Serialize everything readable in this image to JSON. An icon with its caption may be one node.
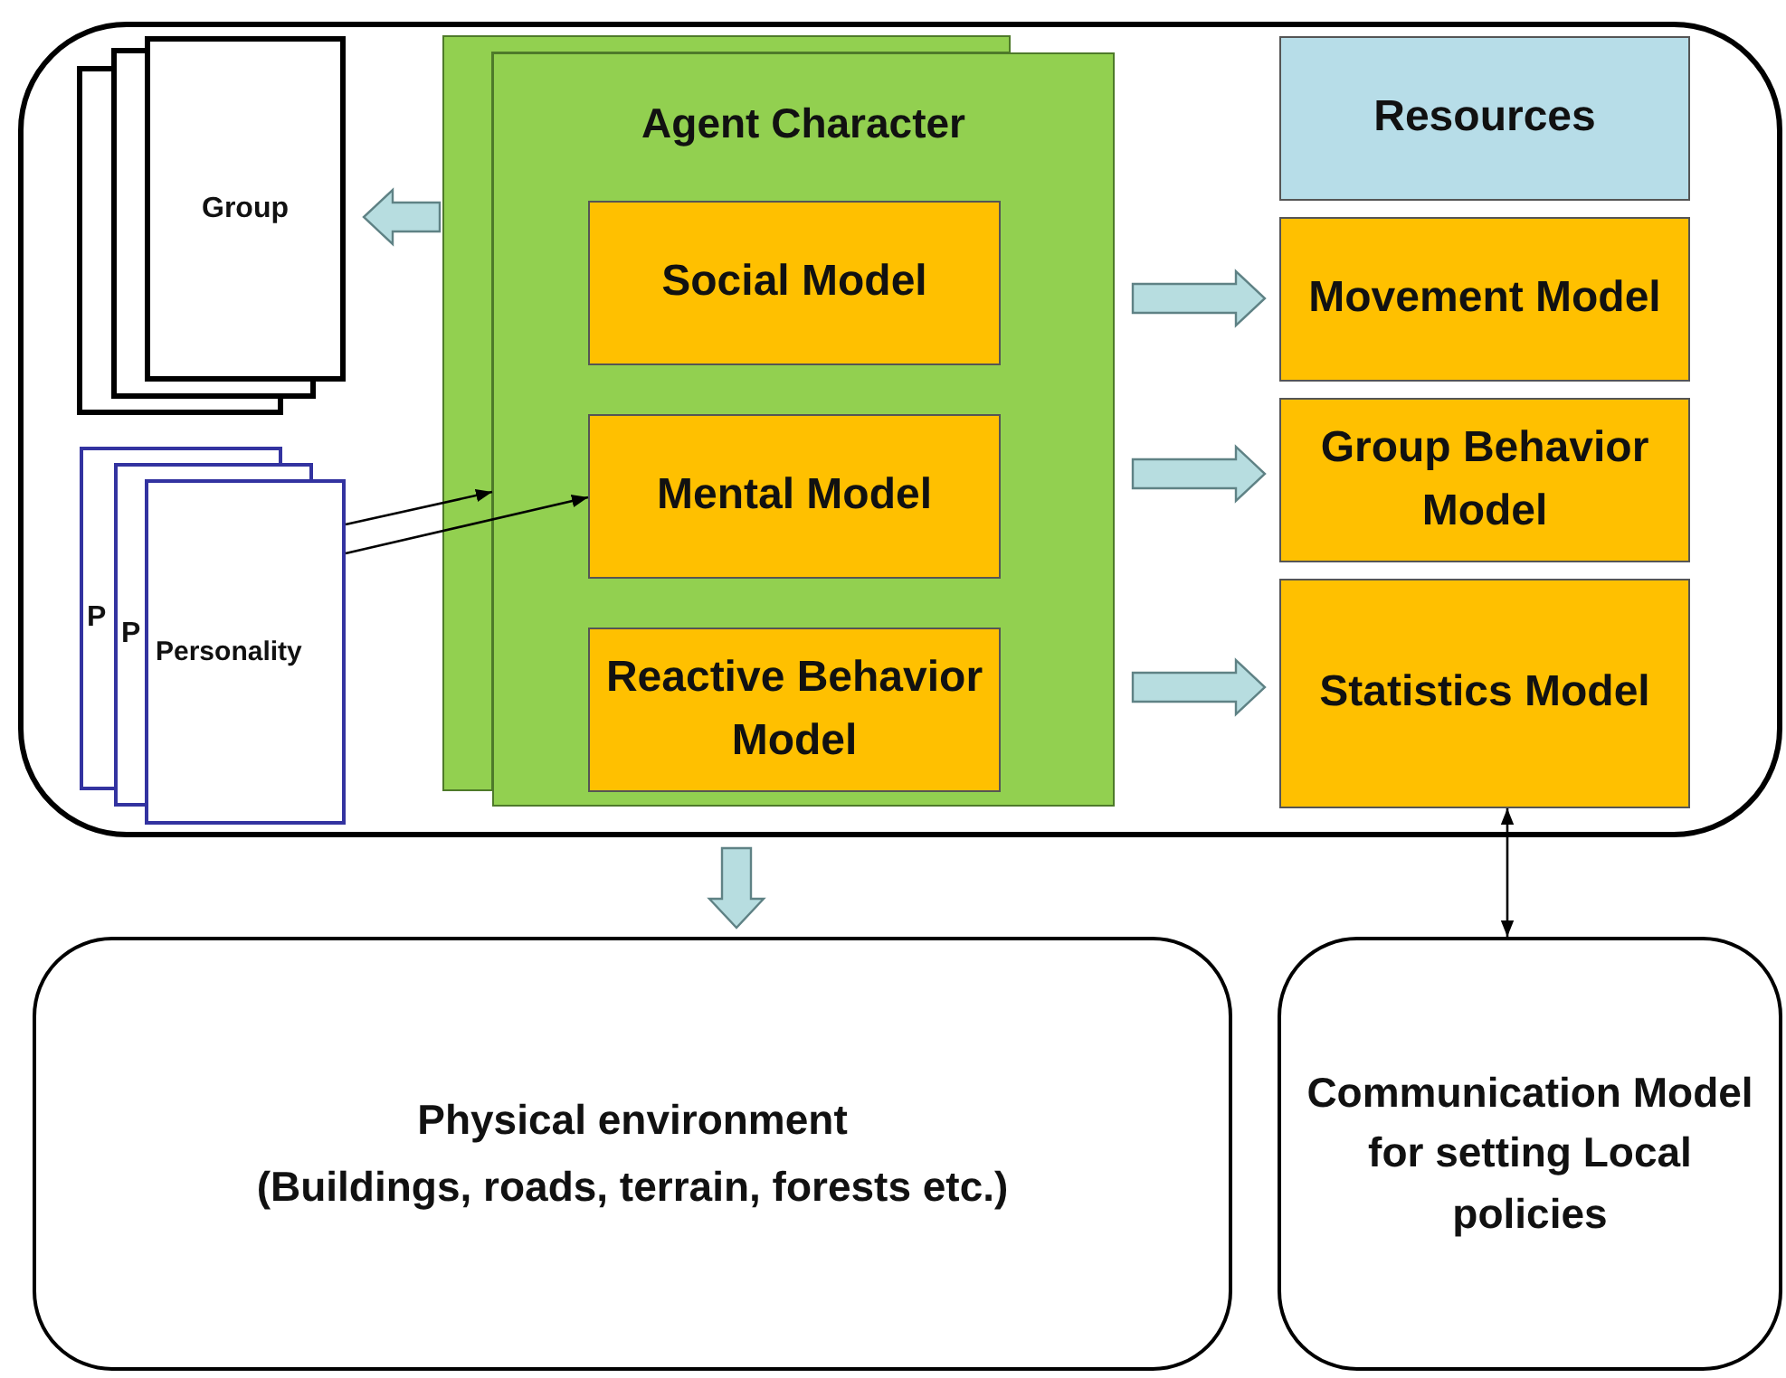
{
  "diagram": {
    "nodes": [
      {
        "text": [],
        "shape": "box"
      },
      {
        "text": [
          "Group"
        ],
        "in": 0
      },
      {
        "text": [
          "P"
        ],
        "in": 0
      },
      {
        "text": [
          "P"
        ],
        "in": 0
      },
      {
        "text": [
          "Personality"
        ],
        "in": 0
      },
      {
        "text": [
          "Agent Character"
        ],
        "in": 0
      },
      {
        "text": [
          "Social Model"
        ],
        "in": 5
      },
      {
        "text": [
          "Mental Model"
        ],
        "in": 5
      },
      {
        "text": [
          "Reactive Behavior Model"
        ],
        "in": 5
      },
      {
        "text": [
          "Resources"
        ],
        "in": 0
      },
      {
        "text": [
          "Movement Model"
        ],
        "in": 0
      },
      {
        "text": [
          "Group Behavior Model"
        ],
        "in": 0
      },
      {
        "text": [
          "Statistics Model"
        ],
        "in": 0
      },
      {
        "text": [
          "Physical environment",
          "(Buildings, roads, terrain, forests etc.)"
        ]
      },
      {
        "text": [
          "Communication Model for setting Local policies"
        ]
      }
    ],
    "edges": [
      {
        "from": 5,
        "to": 1,
        "arrow": "to",
        "style": "thick",
        "color": "#b7dde0"
      },
      {
        "from": 4,
        "to": 5,
        "arrow": "to"
      },
      {
        "from": 4,
        "to": 7,
        "arrow": "to"
      },
      {
        "from": 5,
        "to": 10,
        "arrow": "to",
        "style": "thick",
        "color": "#b7dde0"
      },
      {
        "from": 5,
        "to": 11,
        "arrow": "to",
        "style": "thick",
        "color": "#b7dde0"
      },
      {
        "from": 5,
        "to": 12,
        "arrow": "to",
        "style": "thick",
        "color": "#b7dde0"
      },
      {
        "from": 0,
        "to": 13,
        "arrow": "to",
        "style": "thick",
        "color": "#b7dde0"
      },
      {
        "from": 12,
        "to": 14,
        "arrow": "both"
      }
    ]
  }
}
